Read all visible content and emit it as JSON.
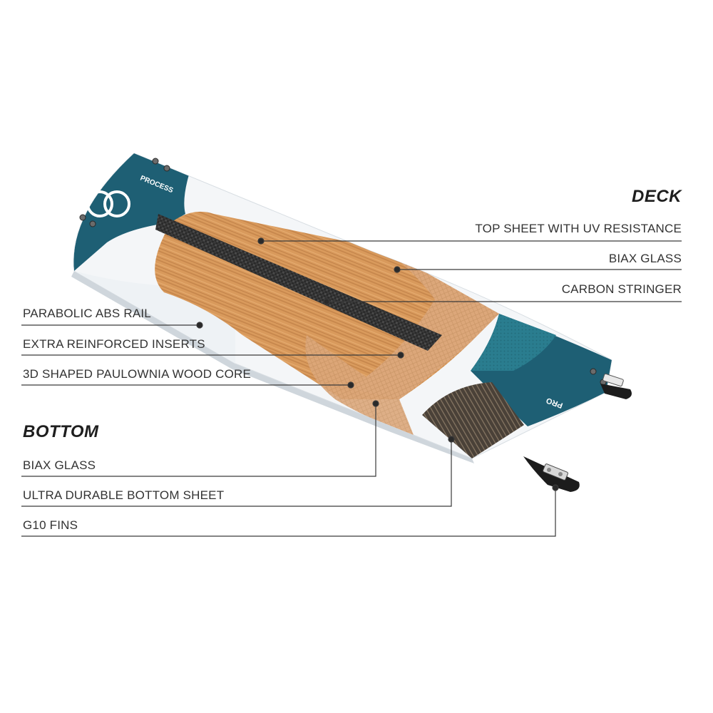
{
  "deck": {
    "heading": "DECK",
    "labels": [
      "TOP SHEET WITH UV RESISTANCE",
      "BIAX GLASS",
      "CARBON STRINGER"
    ]
  },
  "core": {
    "labels": [
      "PARABOLIC ABS RAIL",
      "EXTRA REINFORCED INSERTS",
      "3D SHAPED PAULOWNIA WOOD CORE"
    ]
  },
  "bottom": {
    "heading": "BOTTOM",
    "labels": [
      "BIAX GLASS",
      "ULTRA DURABLE BOTTOM SHEET",
      "G10 FINS"
    ]
  },
  "board": {
    "brand_text": "PROCESS",
    "tail_text": "PRO",
    "colors": {
      "teal": "#1e5f74",
      "wood": "#d99a5c",
      "carbon": "#2c2c2c",
      "white": "#f4f6f8",
      "line": "#3a3a3a"
    }
  }
}
